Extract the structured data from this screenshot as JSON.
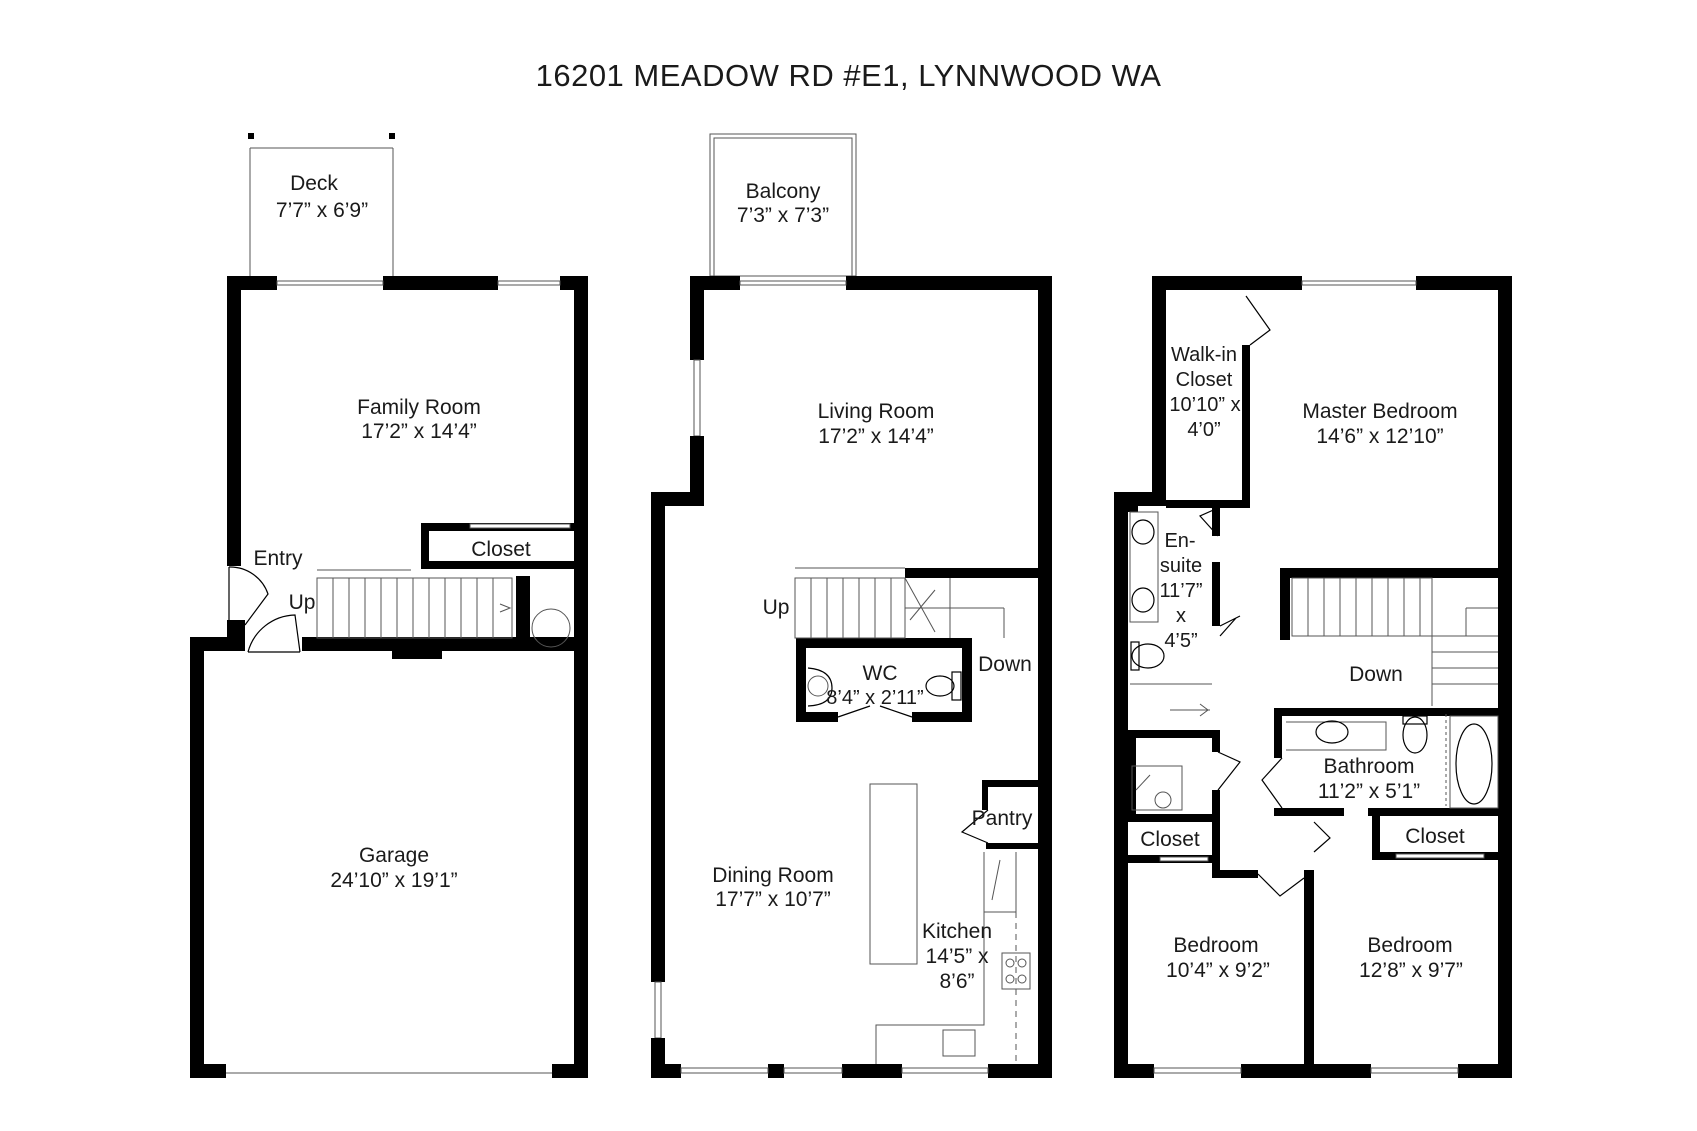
{
  "title": "16201 MEADOW RD #E1, LYNNWOOD WA",
  "floor1": {
    "deck": {
      "name": "Deck",
      "size": "7’7” x 6’9”"
    },
    "family_room": {
      "name": "Family Room",
      "size": "17’2” x 14’4”"
    },
    "closet": {
      "name": "Closet"
    },
    "entry": {
      "name": "Entry"
    },
    "up": {
      "name": "Up"
    },
    "garage": {
      "name": "Garage",
      "size": "24’10” x 19’1”"
    }
  },
  "floor2": {
    "balcony": {
      "name": "Balcony",
      "size": "7’3” x 7’3”"
    },
    "living_room": {
      "name": "Living Room",
      "size": "17’2” x 14’4”"
    },
    "up": {
      "name": "Up"
    },
    "down": {
      "name": "Down"
    },
    "wc": {
      "name": "WC",
      "size": "8’4” x 2’11”"
    },
    "pantry": {
      "name": "Pantry"
    },
    "dining_room": {
      "name": "Dining Room",
      "size": "17’7” x 10’7”"
    },
    "kitchen": {
      "name": "Kitchen",
      "size_line1": "14’5” x",
      "size_line2": "8’6”"
    }
  },
  "floor3": {
    "walkin": {
      "line1": "Walk-in",
      "line2": "Closet",
      "line3": "10’10” x",
      "line4": "4’0”"
    },
    "master_bedroom": {
      "name": "Master Bedroom",
      "size": "14’6” x 12’10”"
    },
    "ensuite": {
      "line1": "En-",
      "line2": "suite",
      "line3": "11’7”",
      "line4": "x",
      "line5": "4’5”"
    },
    "down": {
      "name": "Down"
    },
    "bathroom": {
      "name": "Bathroom",
      "size": "11’2” x 5’1”"
    },
    "closet_left": {
      "name": "Closet"
    },
    "closet_right": {
      "name": "Closet"
    },
    "bedroom_left": {
      "name": "Bedroom",
      "size": "10’4” x 9’2”"
    },
    "bedroom_right": {
      "name": "Bedroom",
      "size": "12’8” x 9’7”"
    }
  }
}
